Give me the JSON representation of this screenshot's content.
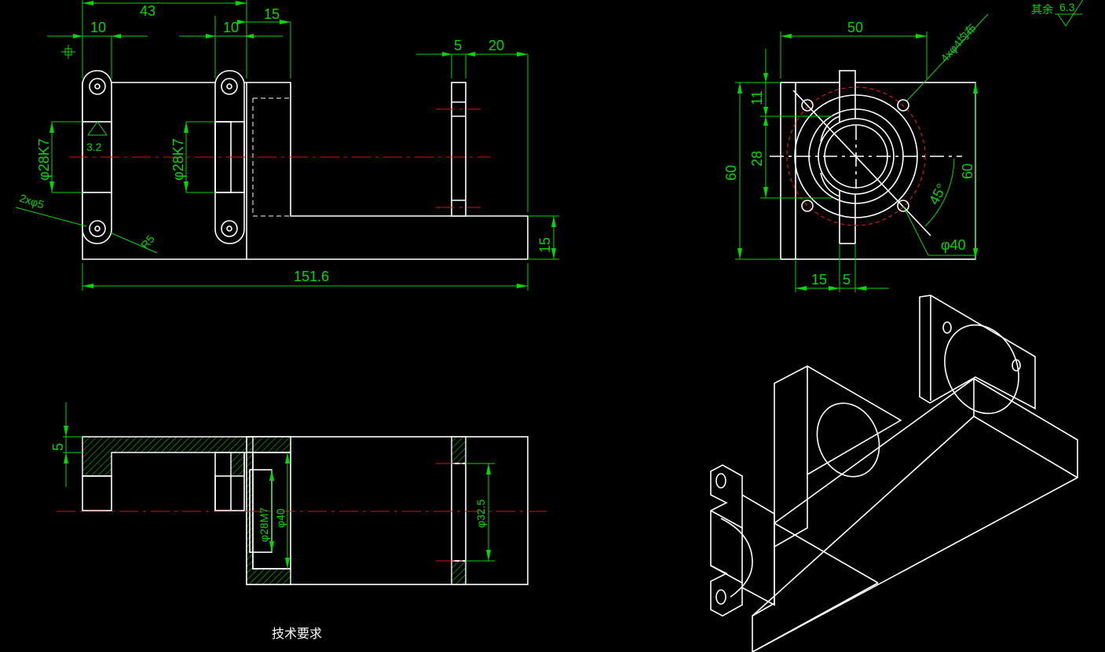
{
  "front_view": {
    "dims": {
      "d43": "43",
      "d10a": "10",
      "d10b": "10",
      "d15top": "15",
      "d5": "5",
      "d20": "20",
      "bore_left": "φ28K7",
      "bore_mid": "φ28K7",
      "slot_2x": "2xφ5",
      "radius": "R5",
      "surface": "3.2",
      "height_15": "15",
      "length": "151.6"
    }
  },
  "side_view": {
    "dims": {
      "width_50": "50",
      "holes": "4xφ4均布",
      "h11": "11",
      "h28": "28",
      "h60_left": "60",
      "h60_right": "60",
      "angle": "45°",
      "pcd": "φ40",
      "w15": "15",
      "w5": "5"
    }
  },
  "roughness_note": {
    "label": "其余",
    "value": "6.3"
  },
  "section_view": {
    "dims": {
      "top_5": "5",
      "bore_m7": "φ28M7",
      "bore_40": "φ40",
      "bore_32": "φ32.5"
    }
  },
  "tech_req": "技术要求"
}
